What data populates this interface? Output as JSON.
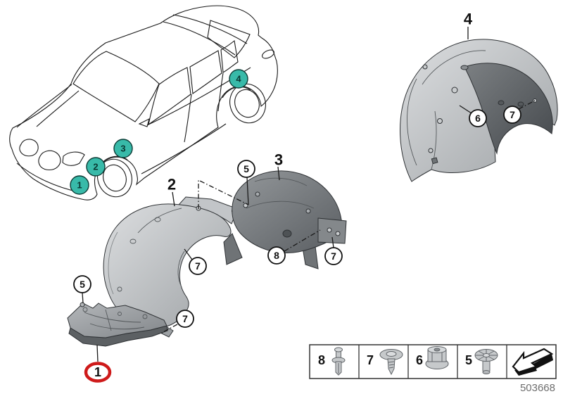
{
  "colors": {
    "teal": "#38BAA9",
    "highlight_red": "#CE1A1A",
    "line": "#1A1A1A",
    "doc_gray": "#6E6E6E"
  },
  "car_overview": {
    "description_icon": "car-outline-icon",
    "zone_markers": [
      {
        "label": "1"
      },
      {
        "label": "2"
      },
      {
        "label": "3"
      },
      {
        "label": "4"
      }
    ]
  },
  "parts": {
    "labels": [
      {
        "label": "2"
      },
      {
        "label": "3"
      },
      {
        "label": "4"
      }
    ],
    "highlighted_label": "1"
  },
  "fastener_callouts": [
    {
      "label": "5"
    },
    {
      "label": "7"
    },
    {
      "label": "7"
    },
    {
      "label": "5"
    },
    {
      "label": "8"
    },
    {
      "label": "7"
    },
    {
      "label": "6"
    },
    {
      "label": "7"
    }
  ],
  "legend": {
    "cells": [
      {
        "number": "8",
        "icon": "rivet-icon"
      },
      {
        "number": "7",
        "icon": "screw-icon"
      },
      {
        "number": "6",
        "icon": "nut-icon"
      },
      {
        "number": "5",
        "icon": "clip-icon"
      },
      {
        "number": "",
        "icon": "arrow-icon"
      }
    ],
    "doc_number": "503668"
  }
}
